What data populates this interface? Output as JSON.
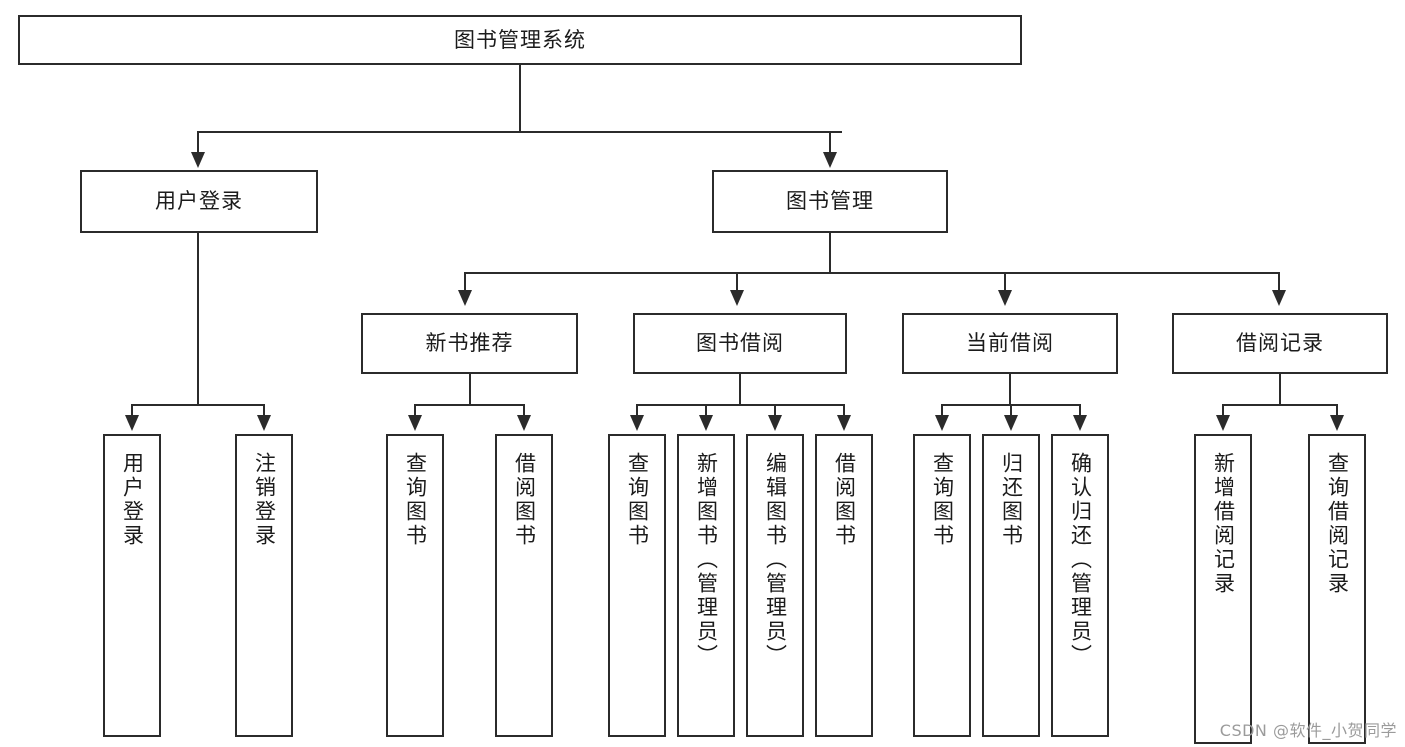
{
  "diagram": {
    "type": "tree",
    "title": "图书管理系统",
    "watermark": "CSDN @软件_小贺同学",
    "colors": {
      "border": "#2b2b2b",
      "background": "#ffffff",
      "text": "#1b1b1b",
      "watermark": "#9b9b9b"
    },
    "levels": {
      "root": "图书管理系统",
      "level2": [
        "用户登录",
        "图书管理"
      ],
      "level3": [
        "新书推荐",
        "图书借阅",
        "当前借阅",
        "借阅记录"
      ]
    },
    "nodes": {
      "root": "图书管理系统",
      "user_login": "用户登录",
      "book_manage": "图书管理",
      "new_book_rec": "新书推荐",
      "book_borrow": "图书借阅",
      "current_borrow": "当前借阅",
      "borrow_record": "借阅记录",
      "leaf_user_login": "用户登录",
      "leaf_user_logout": "注销登录",
      "leaf_rec_query": "查询图书",
      "leaf_rec_borrow": "借阅图书",
      "leaf_borrow_query": "查询图书",
      "leaf_borrow_add": "新增图书（管理员）",
      "leaf_borrow_edit": "编辑图书（管理员）",
      "leaf_borrow_lend": "借阅图书",
      "leaf_current_query": "查询图书",
      "leaf_current_return": "归还图书",
      "leaf_current_confirm": "确认归还（管理员）",
      "leaf_record_add": "新增借阅记录",
      "leaf_record_query": "查询借阅记录"
    },
    "edges": [
      {
        "from": "图书管理系统",
        "to": "用户登录"
      },
      {
        "from": "图书管理系统",
        "to": "图书管理"
      },
      {
        "from": "用户登录",
        "to": "用户登录"
      },
      {
        "from": "用户登录",
        "to": "注销登录"
      },
      {
        "from": "图书管理",
        "to": "新书推荐"
      },
      {
        "from": "图书管理",
        "to": "图书借阅"
      },
      {
        "from": "图书管理",
        "to": "当前借阅"
      },
      {
        "from": "图书管理",
        "to": "借阅记录"
      },
      {
        "from": "新书推荐",
        "to": "查询图书"
      },
      {
        "from": "新书推荐",
        "to": "借阅图书"
      },
      {
        "from": "图书借阅",
        "to": "查询图书"
      },
      {
        "from": "图书借阅",
        "to": "新增图书（管理员）"
      },
      {
        "from": "图书借阅",
        "to": "编辑图书（管理员）"
      },
      {
        "from": "图书借阅",
        "to": "借阅图书"
      },
      {
        "from": "当前借阅",
        "to": "查询图书"
      },
      {
        "from": "当前借阅",
        "to": "归还图书"
      },
      {
        "from": "当前借阅",
        "to": "确认归还（管理员）"
      },
      {
        "from": "借阅记录",
        "to": "新增借阅记录"
      },
      {
        "from": "借阅记录",
        "to": "查询借阅记录"
      }
    ]
  }
}
